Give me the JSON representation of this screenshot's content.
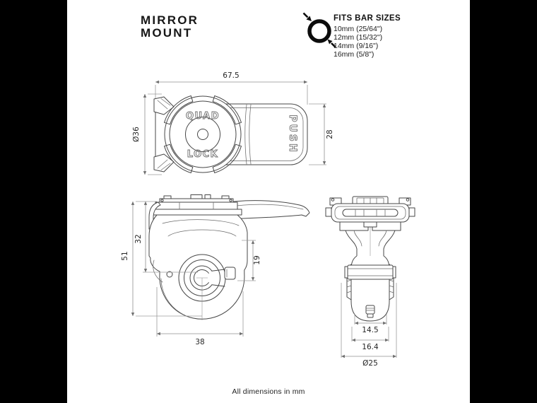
{
  "header": {
    "title_line1": "MIRROR",
    "title_line2": "MOUNT",
    "fits": {
      "heading": "FITS BAR SIZES",
      "icon": "bar-diameter-icon",
      "sizes": [
        "10mm (25/64\")",
        "12mm (15/32\")",
        "14mm (9/16\")",
        "16mm (5/8\")"
      ]
    }
  },
  "drawings": {
    "top_view": {
      "dims": {
        "width": "67.5",
        "head_diameter": "Ø36",
        "arm_width": "28"
      },
      "labels": {
        "ring_top": "QUAD",
        "ring_bottom": "LOCK",
        "arm": "PUSH"
      }
    },
    "side_view": {
      "dims": {
        "total_height": "51",
        "top_to_bar_center": "32",
        "plate_to_bar_center": "19",
        "body_width": "38"
      }
    },
    "front_view": {
      "dims": {
        "inner_width": "14.5",
        "outer_width": "16.4",
        "clamp_diameter": "Ø25"
      }
    }
  },
  "footer": {
    "note": "All dimensions in mm"
  },
  "colors": {
    "panel": "#000000",
    "line": "#474747",
    "dimension": "#8f8f8f"
  }
}
